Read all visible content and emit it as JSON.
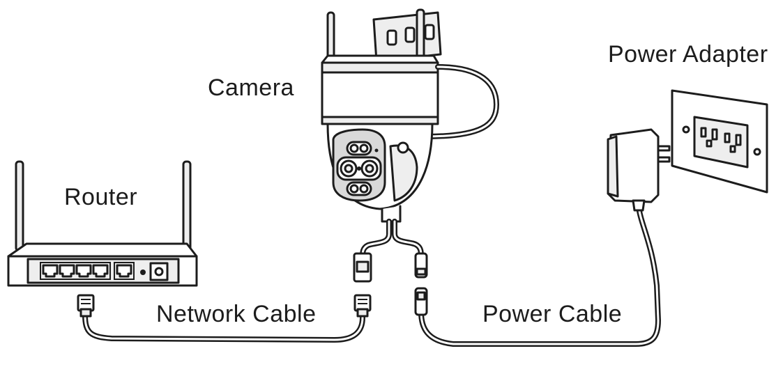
{
  "labels": {
    "camera": "Camera",
    "router": "Router",
    "power_adapter": "Power Adapter",
    "network_cable": "Network Cable",
    "power_cable": "Power Cable"
  },
  "colors": {
    "line": "#1c1c1c",
    "fill_light": "#eeeeee",
    "fill_mid": "#d9d9d9",
    "background": "#ffffff"
  }
}
